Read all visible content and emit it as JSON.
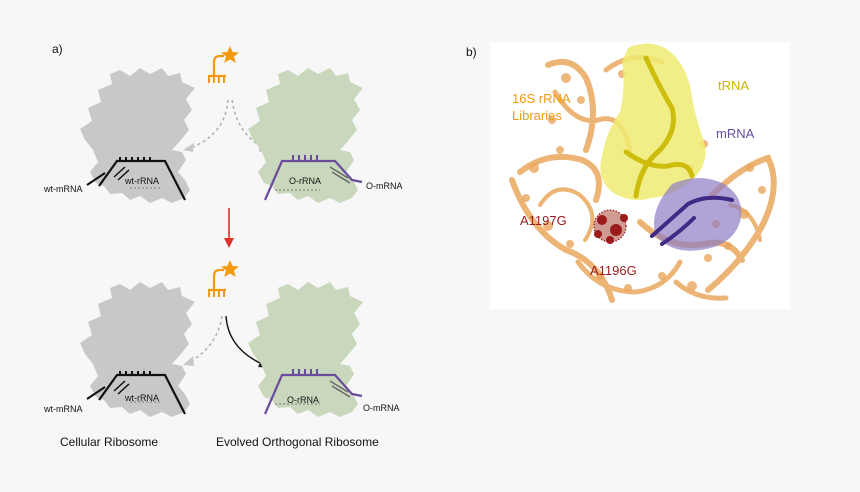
{
  "panel_a": {
    "label": "a)",
    "top_left": {
      "mrna": "wt-mRNA",
      "rrna": "wt-rRNA"
    },
    "top_right": {
      "rrna": "O-rRNA",
      "mrna": "O-mRNA"
    },
    "bottom_left": {
      "mrna": "wt-mRNA",
      "rrna": "wt-rRNA"
    },
    "bottom_right": {
      "rrna": "O-rRNA",
      "mrna": "O-mRNA"
    },
    "caption_left": "Cellular Ribosome",
    "caption_right": "Evolved Orthogonal Ribosome"
  },
  "panel_b": {
    "label": "b)",
    "rrna_label_line1": "16S rRNA",
    "rrna_label_line2": "Libraries",
    "trna_label": "tRNA",
    "mrna_label": "mRNA",
    "mutation_1": "A1197G",
    "mutation_2": "A1196G"
  },
  "colors": {
    "ribosome_grey": "#c8c8c8",
    "ribosome_green": "#c9d8bd",
    "orthogonal_purple": "#6a4c9c",
    "trna_orange": "#f29a12",
    "evolve_arrow_red": "#e0312b",
    "rrna_tan": "#e9a75e",
    "trna_yellow": "#f0eb72",
    "mutation_red": "#9b1b1b"
  },
  "icons": [
    "trna-star-icon",
    "down-arrow-icon",
    "curved-arrow-icon"
  ]
}
